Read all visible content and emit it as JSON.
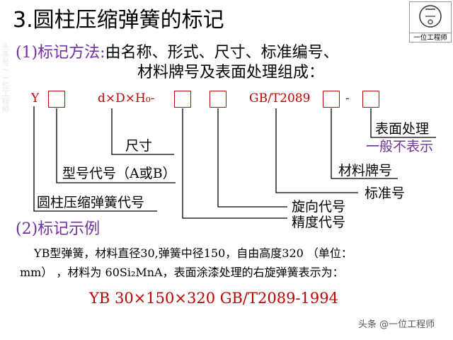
{
  "title": "3.圆柱压缩弹簧的标记",
  "logo": {
    "text": "一位工程师",
    "icon": "logo-seal-icon"
  },
  "section1": {
    "heading": "(1)标记方法:",
    "desc_line1": "由名称、形式、尺寸、标准编号、",
    "desc_line2": "材料牌号及表面处理组成："
  },
  "marking": {
    "y": "Y",
    "dims": "d×D×H₀-",
    "std": "GB/T2089",
    "dash": "-"
  },
  "labels": {
    "surface": "表面处理",
    "surface_note": "一般不表示",
    "size": "尺寸",
    "material": "材料牌号",
    "type_code": "型号代号（A或B）",
    "standard_no": "标准号",
    "spring_code": "圆柱压缩弹簧代号",
    "rotation_code": "旋向代号",
    "precision_code": "精度代号"
  },
  "section2": {
    "heading": "(2)标记示例",
    "para_line1": "YB型弹簧，材料直径30,弹簧中径150，自由高度320 （单位：",
    "para_line2": "mm） ，材料为 60Si₂MnA，表面涂漆处理的右旋弹簧表示为：",
    "result": "YB 30×150×320  GB/T2089-1994"
  },
  "watermark": "头条 @一位工程师",
  "side_watermark": "头条号 / 一位工程师",
  "colors": {
    "accent_red": "#c00000",
    "heading_purple": "#7030a0"
  }
}
